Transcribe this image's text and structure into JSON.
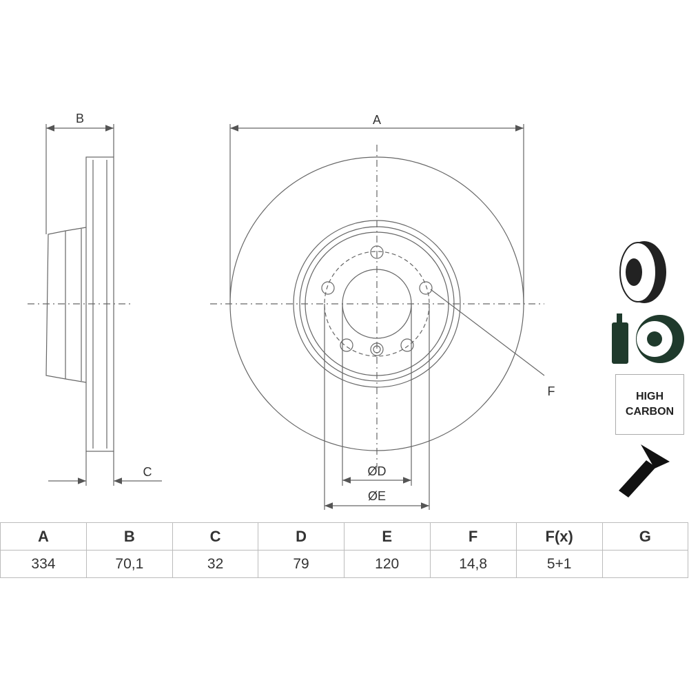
{
  "drawing": {
    "labels": {
      "a": "A",
      "b": "B",
      "c": "C",
      "d": "ØD",
      "e": "ØE",
      "f": "F"
    }
  },
  "icons": {
    "badge_text_line1": "HIGH",
    "badge_text_line2": "CARBON"
  },
  "table": {
    "headers": [
      "A",
      "B",
      "C",
      "D",
      "E",
      "F",
      "F(x)",
      "G"
    ],
    "values": [
      "334",
      "70,1",
      "32",
      "79",
      "120",
      "14,8",
      "5+1",
      ""
    ]
  }
}
